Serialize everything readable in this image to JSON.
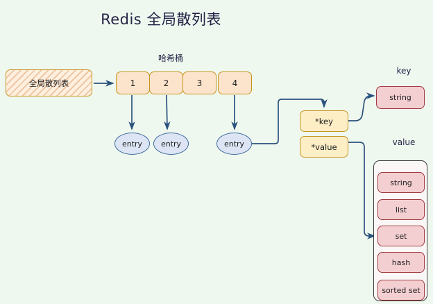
{
  "page": {
    "title": "Redis 全局散列表",
    "background_color": "#eff8ef",
    "title_color": "#242447"
  },
  "labels": {
    "hash_bucket": "哈希桶",
    "key": "key",
    "value": "value"
  },
  "global_table": {
    "label": "全局散列表",
    "fill": "#fdf0e0",
    "border": "#c7941f"
  },
  "buckets": {
    "fill": "#fce3cb",
    "border": "#c7941f",
    "cells": [
      {
        "label": "1"
      },
      {
        "label": "2"
      },
      {
        "label": "3"
      },
      {
        "label": "4"
      }
    ]
  },
  "entries": {
    "fill": "#dde5f5",
    "border": "#3d6b9e",
    "items": [
      {
        "label": "entry"
      },
      {
        "label": "entry"
      },
      {
        "label": "entry"
      }
    ]
  },
  "pointers": {
    "fill": "#fdeec6",
    "border": "#c7941f",
    "key_label": "*key",
    "value_label": "*value"
  },
  "key_types": {
    "fill": "#f4cfd2",
    "border": "#9e3a3f",
    "items": [
      {
        "label": "string"
      }
    ]
  },
  "value_types": {
    "fill": "#f4cfd2",
    "border": "#9e3a3f",
    "container_border": "#3b3b3b",
    "items": [
      {
        "label": "string"
      },
      {
        "label": "list"
      },
      {
        "label": "set"
      },
      {
        "label": "hash"
      },
      {
        "label": "sorted set"
      }
    ]
  },
  "connectors": {
    "color": "#2b527d"
  }
}
